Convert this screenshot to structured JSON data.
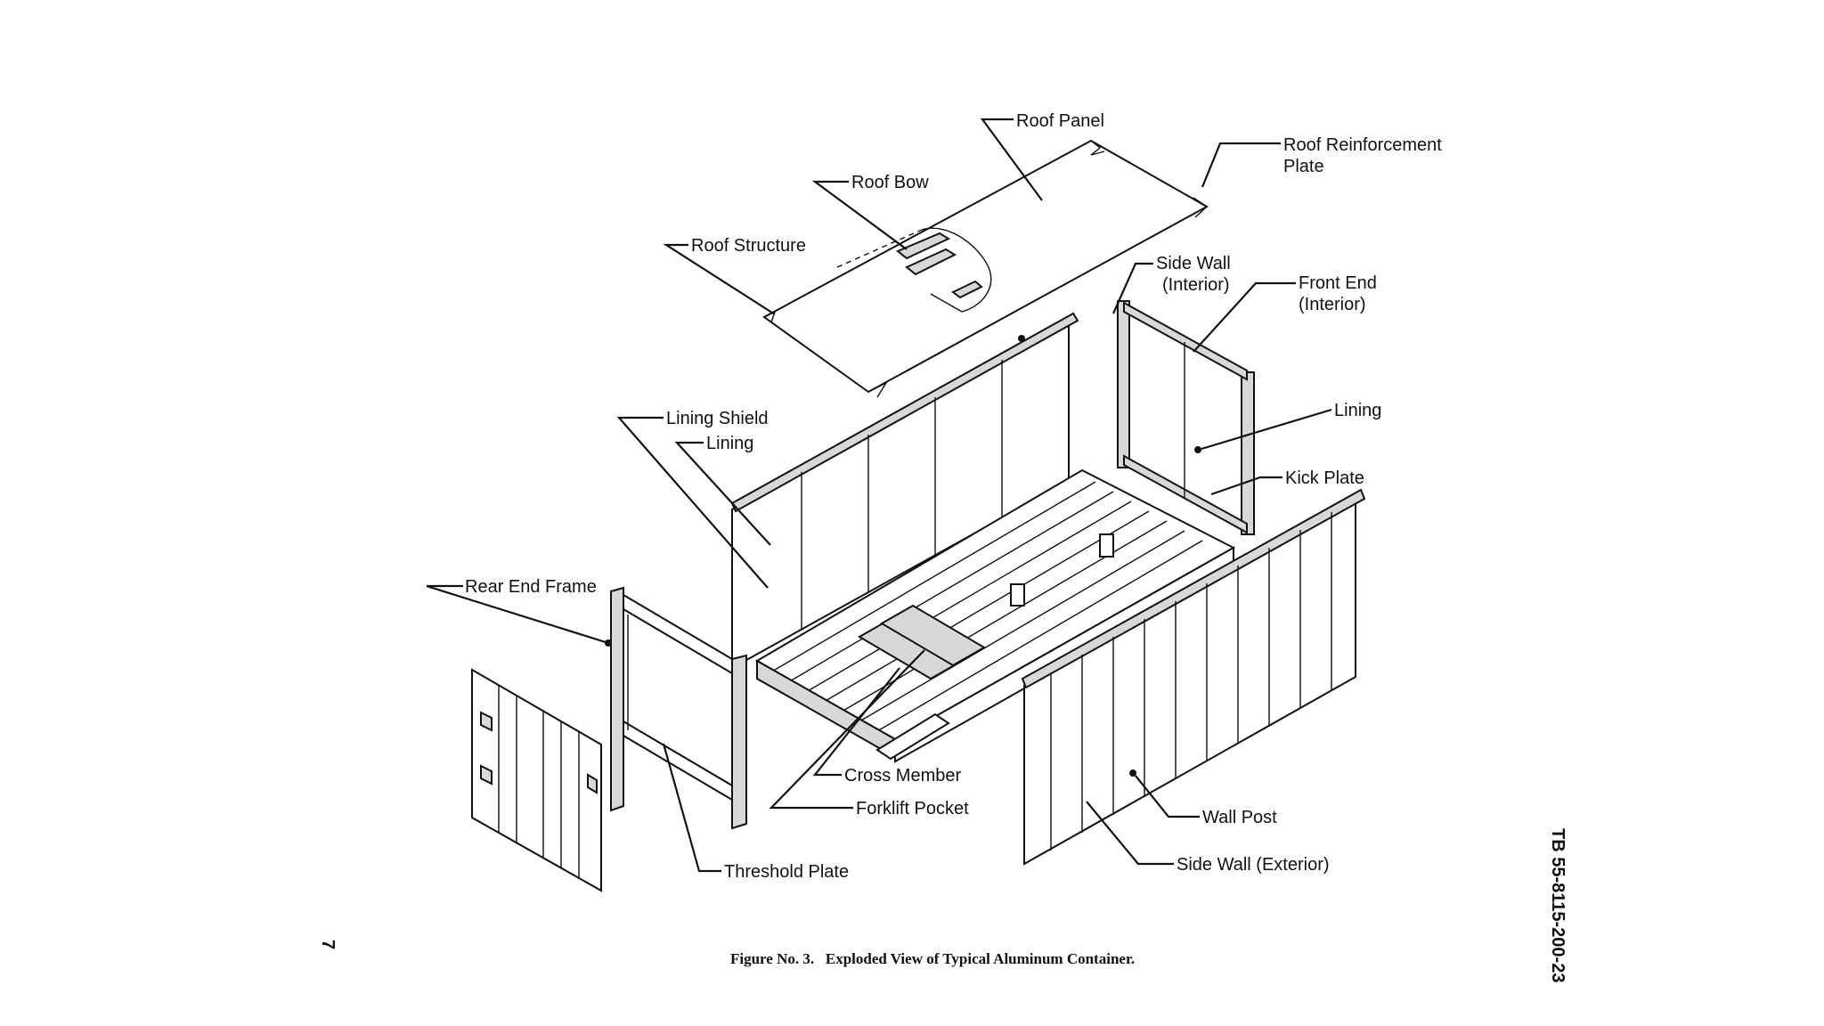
{
  "figure": {
    "caption": "Figure No. 3.   Exploded View of Typical Aluminum Container.",
    "page_number": "7",
    "document_id": "TB 55-8115-200-23"
  },
  "labels": {
    "roof_panel": "Roof Panel",
    "roof_reinforcement_plate_1": "Roof Reinforcement",
    "roof_reinforcement_plate_2": "Plate",
    "roof_bow": "Roof Bow",
    "roof_structure": "Roof Structure",
    "side_wall_interior_1": "Side Wall",
    "side_wall_interior_2": "(Interior)",
    "front_end_interior_1": "Front End",
    "front_end_interior_2": "(Interior)",
    "lining_front": "Lining",
    "kick_plate": "Kick Plate",
    "lining_shield": "Lining Shield",
    "lining_side": "Lining",
    "rear_end_frame": "Rear End Frame",
    "cross_member": "Cross Member",
    "forklift_pocket": "Forklift Pocket",
    "wall_post": "Wall Post",
    "threshold_plate": "Threshold Plate",
    "side_wall_exterior": "Side Wall (Exterior)"
  }
}
